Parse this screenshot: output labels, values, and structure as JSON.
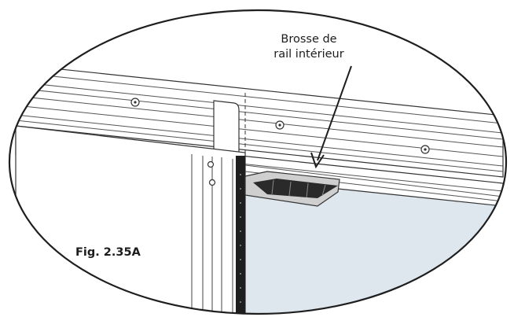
{
  "callout": {
    "line1": "Brosse de",
    "line2": "rail intérieur"
  },
  "figure_label": "Fig. 2.35A",
  "colors": {
    "glass": "#dfe7ee",
    "line": "#333333",
    "brush": "#333333"
  }
}
